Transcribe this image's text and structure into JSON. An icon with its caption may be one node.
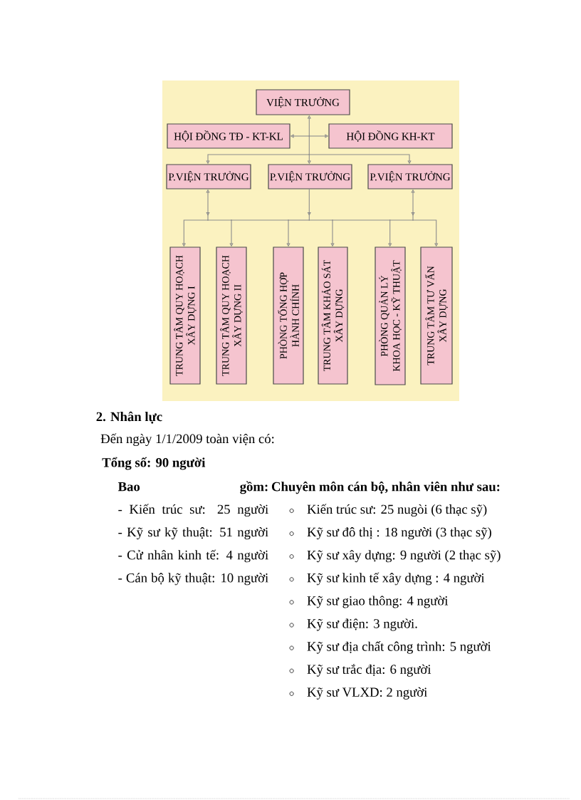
{
  "diagram": {
    "nodes": [
      {
        "text": [
          "VIỆN TRƯỞNG"
        ]
      },
      {
        "text": [
          "HỘI ĐỒNG TĐ - KT-KL"
        ]
      },
      {
        "text": [
          "HỘI ĐỒNG KH-KT"
        ]
      },
      {
        "text": [
          "P.VIỆN TRƯỞNG"
        ]
      },
      {
        "text": [
          "P.VIỆN TRƯỞNG"
        ]
      },
      {
        "text": [
          "P.VIỆN TRƯỞNG"
        ]
      },
      {
        "text": [
          "TRUNG TÂM QUY HOẠCH XÂY DỰNG I"
        ]
      },
      {
        "text": [
          "TRUNG TÂM QUY HOẠCH XÂY DỰNG II"
        ]
      },
      {
        "text": [
          "PHÒNG TỔNG HỢP HÀNH CHÍNH"
        ]
      },
      {
        "text": [
          "TRUNG TÂM KHẢO SÁT XÂY DỰNG"
        ]
      },
      {
        "text": [
          "PHÒNG QUẢN LÝ KHOA HỌC - KỸ THUẬT"
        ]
      },
      {
        "text": [
          "TRUNG TÂM TƯ VẤN XÂY DỰNG"
        ]
      }
    ],
    "edges": [
      {
        "from": 0,
        "to": 1,
        "arrow": "both"
      },
      {
        "from": 0,
        "to": 2,
        "arrow": "both"
      },
      {
        "from": 0,
        "to": 3,
        "arrow": "both"
      },
      {
        "from": 0,
        "to": 4,
        "arrow": "both"
      },
      {
        "from": 0,
        "to": 5,
        "arrow": "both"
      },
      {
        "from": 3,
        "to": 6,
        "arrow": "both"
      },
      {
        "from": 3,
        "to": 7,
        "arrow": "both"
      },
      {
        "from": 3,
        "to": 8,
        "arrow": "both"
      },
      {
        "from": 3,
        "to": 9,
        "arrow": "both"
      },
      {
        "from": 3,
        "to": 10,
        "arrow": "both"
      },
      {
        "from": 3,
        "to": 11,
        "arrow": "both"
      },
      {
        "from": 4,
        "to": 6,
        "arrow": "to"
      },
      {
        "from": 4,
        "to": 7,
        "arrow": "to"
      },
      {
        "from": 4,
        "to": 8,
        "arrow": "to"
      },
      {
        "from": 4,
        "to": 9,
        "arrow": "to"
      },
      {
        "from": 4,
        "to": 10,
        "arrow": "to"
      },
      {
        "from": 4,
        "to": 11,
        "arrow": "to"
      },
      {
        "from": 5,
        "to": 6,
        "arrow": "both"
      },
      {
        "from": 5,
        "to": 7,
        "arrow": "both"
      },
      {
        "from": 5,
        "to": 8,
        "arrow": "both"
      },
      {
        "from": 5,
        "to": 9,
        "arrow": "both"
      },
      {
        "from": 5,
        "to": 10,
        "arrow": "both"
      },
      {
        "from": 5,
        "to": 11,
        "arrow": "both"
      }
    ],
    "labels": [
      "2. Nhân lực",
      "Đến ngày 1/1/2009 toàn viện có:",
      "Tổng số: 90 người",
      "Bao gồm:",
      "Chuyên môn cán bộ, nhân viên như sau:",
      "- Kiến trúc sư: 25 người",
      "Kiến trúc sư: 25 nugòi (6 thạc sỹ)",
      "- Kỹ sư kỹ thuật: 51 người",
      "Kỹ sư đô thị : 18 người (3 thạc sỹ)",
      "- Cử nhân kinh tế: 4 người",
      "Kỹ sư xây dựng: 9 người (2 thạc sỹ)",
      "- Cán bộ kỹ thuật: 10 người",
      "Kỹ sư kinh tế xây dựng : 4 người",
      "Kỹ sư giao thông: 4 người",
      "Kỹ sư điện: 3 người.",
      "Kỹ sư địa chất công trình: 5 người",
      "Kỹ sư trắc địa: 6 người",
      "Kỹ sư VLXD: 2 người"
    ]
  }
}
